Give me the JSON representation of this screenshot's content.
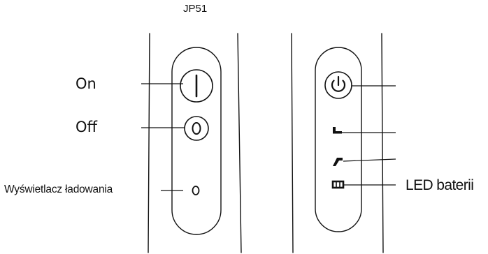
{
  "title": "JP51",
  "left_panel": {
    "labels": {
      "on": "On",
      "off": "Off",
      "charge_display": "Wyświetlacz ładowania"
    },
    "button_on_icon": "power-on-bar-icon",
    "button_off_icon": "power-off-circle-icon",
    "charge_indicator_icon": "charge-indicator-ring-icon"
  },
  "right_panel": {
    "labels": {
      "battery_led": "LED baterii"
    },
    "power_button_icon": "power-symbol-icon",
    "mode_icons": [
      "flat-tip-mode-icon",
      "angled-tip-mode-icon"
    ],
    "battery_icon": "battery-led-icon"
  },
  "colors": {
    "line": "#111111",
    "background": "#ffffff"
  }
}
